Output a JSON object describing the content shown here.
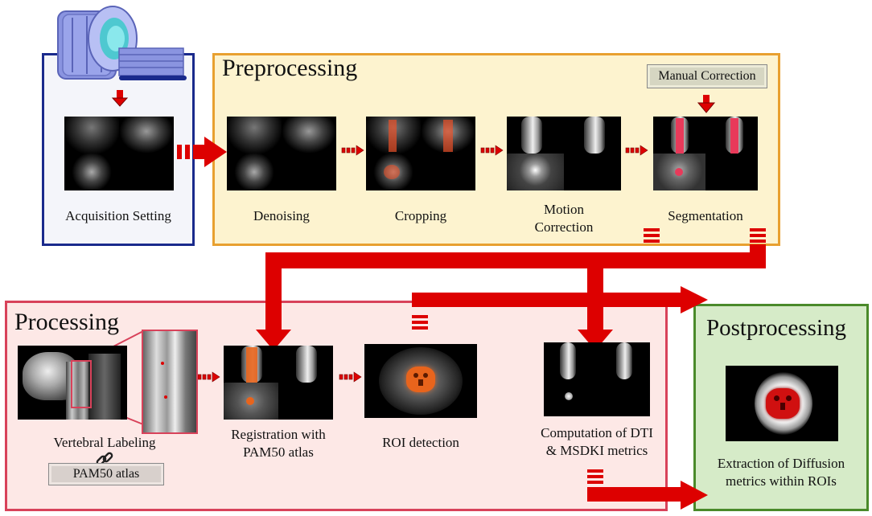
{
  "diagram": {
    "acquisition": {
      "label": "Acquisition Setting"
    },
    "preprocessing": {
      "title": "Preprocessing",
      "manual_correction": "Manual Correction",
      "steps": [
        {
          "label": "Denoising"
        },
        {
          "label": "Cropping"
        },
        {
          "label_line1": "Motion",
          "label_line2": "Correction"
        },
        {
          "label": "Segmentation"
        }
      ]
    },
    "processing": {
      "title": "Processing",
      "steps": [
        {
          "label": "Vertebral Labeling"
        },
        {
          "label_line1": "Registration with",
          "label_line2": "PAM50 atlas"
        },
        {
          "label": "ROI detection"
        },
        {
          "label_line1": "Computation of DTI",
          "label_line2": "& MSDKI metrics"
        }
      ],
      "atlas_tag": "PAM50 atlas"
    },
    "postprocessing": {
      "title": "Postprocessing",
      "label_line1": "Extraction of  Diffusion",
      "label_line2": "metrics within ROIs"
    },
    "colors": {
      "acquisition_border": "#1a2a8c",
      "preprocessing_border": "#e8a030",
      "preprocessing_fill": "#fdf3cf",
      "processing_border": "#d8425a",
      "processing_fill": "#fde8e6",
      "postprocessing_border": "#4a8a2a",
      "postprocessing_fill": "#d6ebc8",
      "arrow": "#dd0000",
      "roi_orange": "#e8641c",
      "roi_red": "#cc1010",
      "scanner_blue": "#8a94e0"
    }
  }
}
